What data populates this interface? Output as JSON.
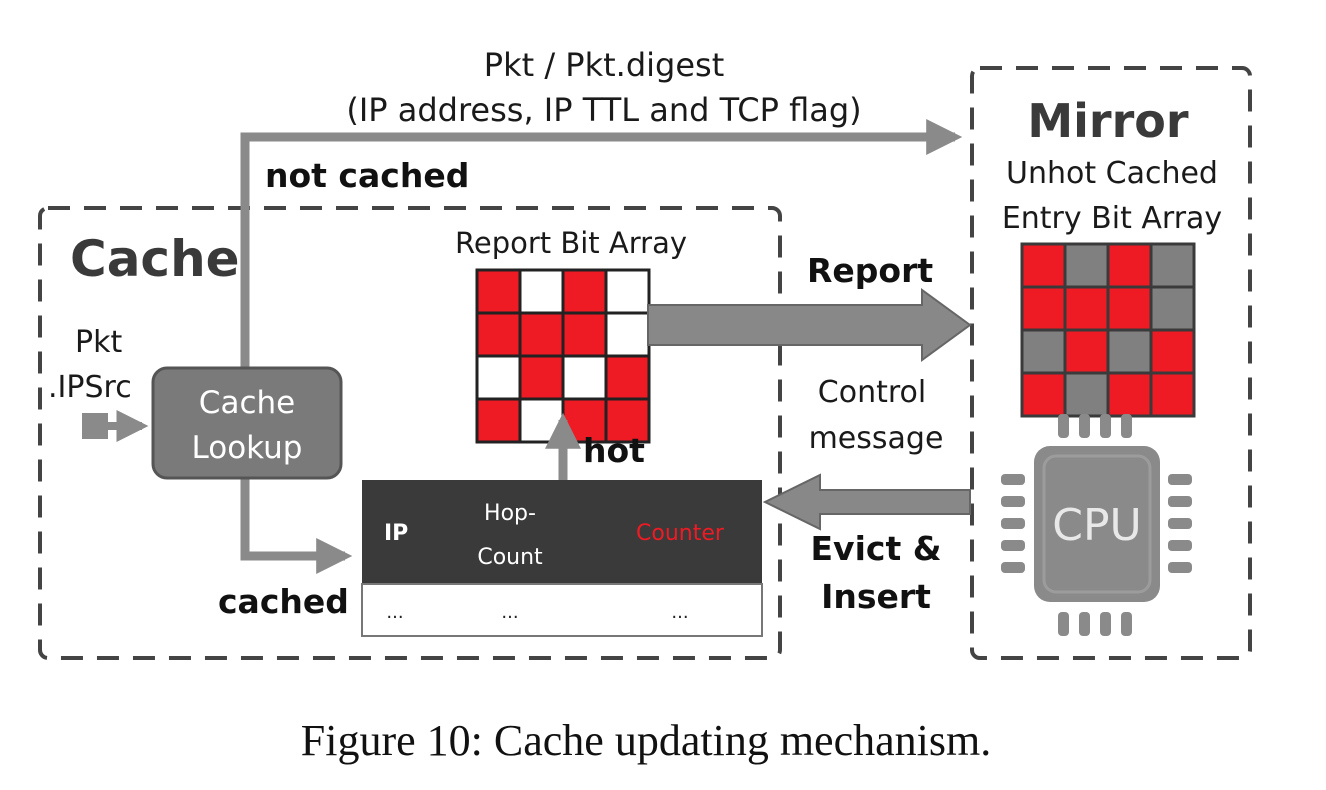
{
  "top_label": {
    "line1": "Pkt / Pkt.digest",
    "line2": "(IP address, IP TTL and TCP flag)"
  },
  "labels": {
    "not_cached": "not cached",
    "cached": "cached",
    "hot": "hot",
    "report": "Report",
    "control_line1": "Control",
    "control_line2": "message",
    "evict_line1": "Evict &",
    "evict_line2": "Insert"
  },
  "cache_box": {
    "title": "Cache",
    "pkt_line1": "Pkt",
    "pkt_line2": ".IPSrc",
    "lookup_line1": "Cache",
    "lookup_line2": "Lookup",
    "report_array_title": "Report Bit Array",
    "report_grid": [
      [
        1,
        0,
        1,
        0
      ],
      [
        1,
        1,
        1,
        0
      ],
      [
        0,
        1,
        0,
        1
      ],
      [
        1,
        0,
        1,
        1
      ]
    ],
    "table": {
      "headers": [
        "IP",
        "Hop-",
        "Count",
        "Counter"
      ],
      "row": [
        "...",
        "...",
        "..."
      ]
    }
  },
  "mirror_box": {
    "title": "Mirror",
    "array_line1": "Unhot Cached",
    "array_line2": "Entry Bit Array",
    "unhot_grid": [
      [
        1,
        0,
        1,
        0
      ],
      [
        1,
        1,
        1,
        0
      ],
      [
        0,
        1,
        0,
        1
      ],
      [
        1,
        0,
        1,
        1
      ]
    ],
    "cpu_label": "CPU"
  },
  "caption": "Figure 10: Cache updating mechanism.",
  "colors": {
    "red": "#ee1b24",
    "gray_cell": "#808080",
    "arrow_gray": "#8a8a8a",
    "dark_table": "#3a3a3a",
    "lookup_box": "#7a7a7a",
    "dash": "#444444"
  }
}
